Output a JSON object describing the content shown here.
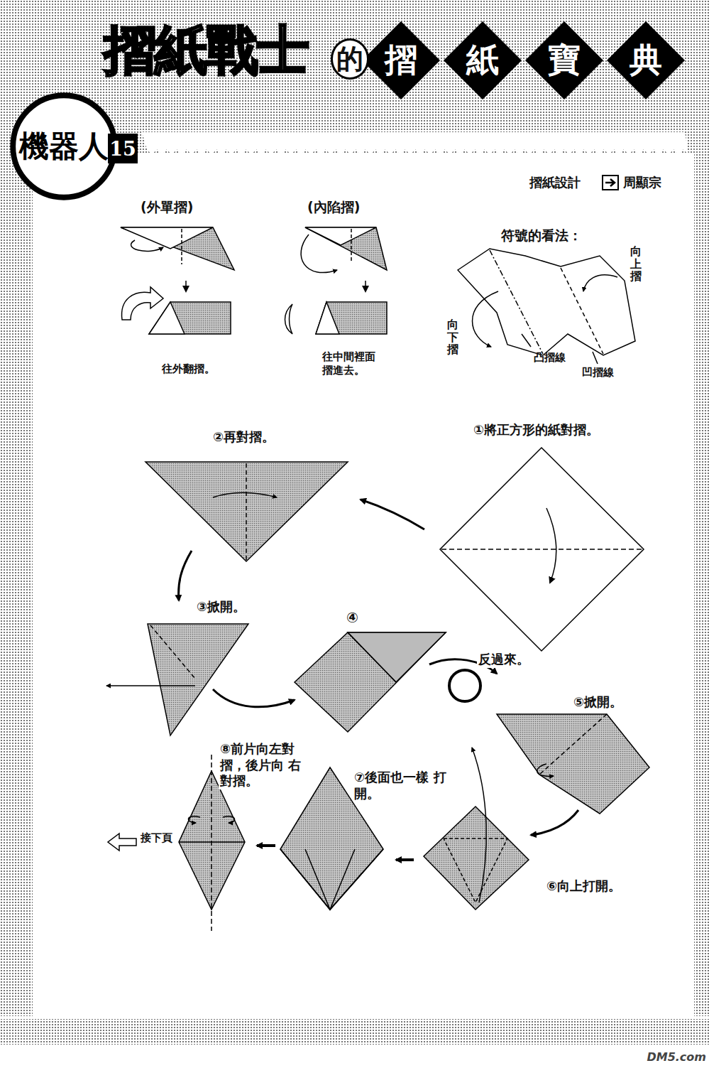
{
  "diagram": {
    "title": "摺紙戰士",
    "nodes": [
      {
        "text": [
          "摺"
        ]
      },
      {
        "text": [
          "紙"
        ]
      },
      {
        "text": [
          "寶"
        ]
      },
      {
        "text": [
          "典"
        ]
      },
      {
        "text": [
          "機器人"
        ]
      },
      {
        "text": [
          "15"
        ]
      }
    ],
    "labels": [
      "摺紙設計",
      "周顯宗",
      "(外單摺)",
      "(內陷摺)",
      "往外翻摺。",
      "往中間裡面 摺進去。",
      "符號的看法：",
      "向上摺",
      "向下摺",
      "凸摺線",
      "凹摺線",
      "①將正方形的紙對摺。",
      "②再對摺。",
      "③掀開。",
      "④",
      "反過來。",
      "⑤掀開。",
      "⑥向上打開。",
      "⑦後面也一樣 打開。",
      "⑧前片向左對 摺，後片向 右對摺。",
      "接下頁",
      "DM5.com",
      "的"
    ]
  }
}
